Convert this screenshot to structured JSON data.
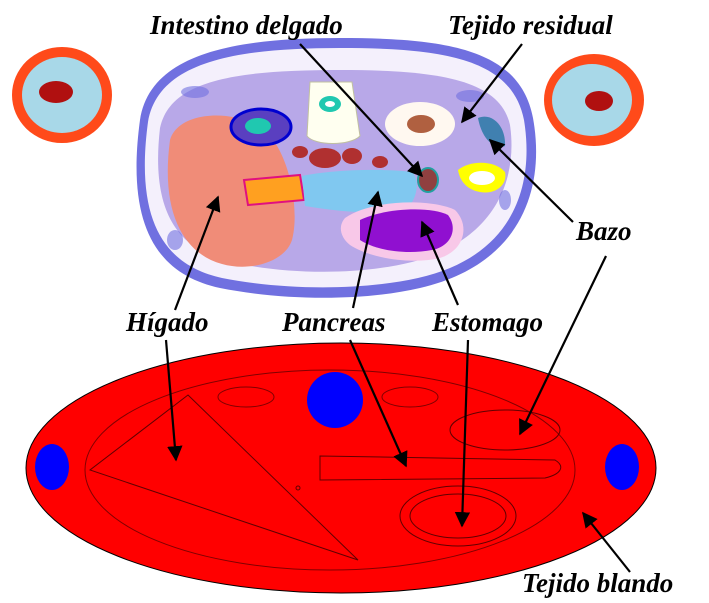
{
  "labels": {
    "intestino": "Intestino delgado",
    "tejido_residual": "Tejido residual",
    "bazo": "Bazo",
    "higado": "Hígado",
    "pancreas": "Pancreas",
    "estomago": "Estomago",
    "tejido_blando": "Tejido blando"
  },
  "colors": {
    "soft_tissue_phantom": "#ff0000",
    "spine_arm_circles": "#0000ff",
    "liver": "#f08c78",
    "body_outline": "#7070e0",
    "residual_tissue": "#b8a8e8",
    "arm_outer": "#ff4a1a",
    "arm_inner": "#a8d8e8"
  }
}
